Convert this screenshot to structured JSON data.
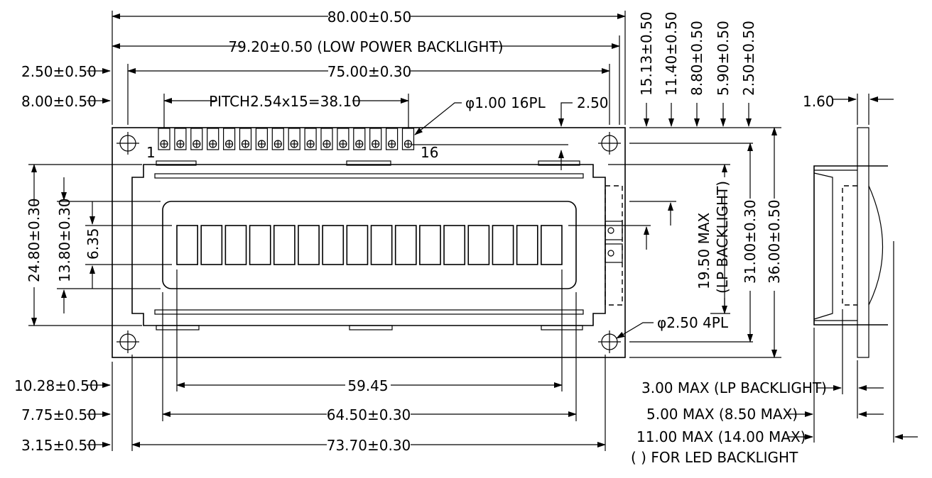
{
  "dimensions": {
    "overall_width": "80.00±0.50",
    "low_power_width": "79.20±0.50 (LOW POWER BACKLIGHT)",
    "hole_pitch_width": "75.00±0.30",
    "pin_pitch": "PITCH2.54x15=38.10",
    "pin_hole_dia": "φ1.00 16PL",
    "pin_offset_right": "2.50",
    "left_offset_1": "2.50±0.50",
    "left_offset_2": "8.00±0.50",
    "top_15_13": "15.13±0.50",
    "top_11_40": "11.40±0.50",
    "top_8_80": "8.80±0.50",
    "top_5_90": "5.90±0.50",
    "top_2_50": "2.50±0.50",
    "side_1_60": "1.60",
    "pin_first": "1",
    "pin_last": "16",
    "height_24_80": "24.80±0.30",
    "height_13_80": "13.80±0.30",
    "height_6_35": "6.35",
    "height_19_50": "19.50 MAX",
    "height_19_50_note": "(LP BACKLIGHT)",
    "height_31_00": "31.00±0.30",
    "height_36_00": "36.00±0.50",
    "mount_hole_dia": "φ2.50 4PL",
    "bottom_left_10_28": "10.28±0.50",
    "bottom_left_7_75": "7.75±0.50",
    "bottom_left_3_15": "3.15±0.50",
    "char_area_width": "59.45",
    "view_area_width": "64.50±0.30",
    "bezel_width": "73.70±0.30",
    "thick_3_00": "3.00 MAX (LP BACKLIGHT)",
    "thick_5_00": "5.00 MAX (8.50 MAX)",
    "thick_11_00": "11.00 MAX (14.00 MAX)",
    "led_note": "( ) FOR LED BACKLIGHT"
  },
  "character_cells": 16,
  "pin_count": 16
}
